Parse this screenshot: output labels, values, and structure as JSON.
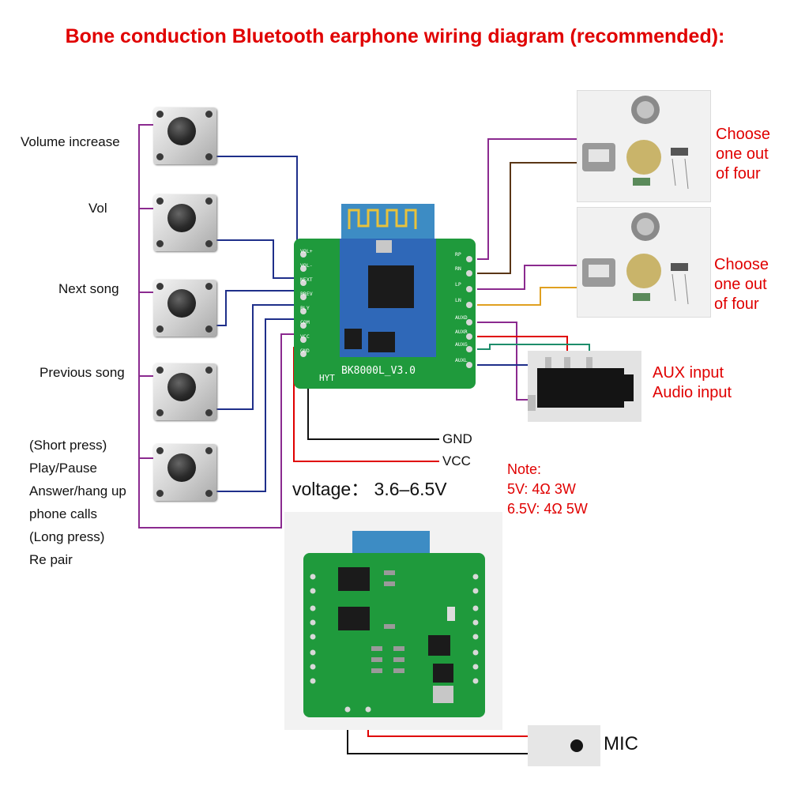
{
  "title": "Bone conduction Bluetooth earphone wiring diagram (recommended):",
  "buttons": {
    "volume_increase": "Volume increase",
    "vol": "Vol",
    "next_song": "Next song",
    "previous_song": "Previous song",
    "play_lines": [
      "(Short press)",
      "Play/Pause",
      "Answer/hang up",
      "phone calls",
      "(Long press)",
      "Re pair"
    ]
  },
  "module": {
    "name": "BK8000L_V3.0",
    "brand": "HYT",
    "left_pins": [
      "VOL+",
      "VOL-",
      "NEXT",
      "PREV",
      "PLY",
      "COM",
      "VCC",
      "GND"
    ],
    "right_pins": [
      "RP",
      "RN",
      "LP",
      "LN",
      "AUXD",
      "AUXR",
      "AUXG",
      "AUXL"
    ]
  },
  "power": {
    "gnd": "GND",
    "vcc": "VCC",
    "voltage": "voltage： 3.6–6.5V"
  },
  "speakers": {
    "choose_a": [
      "Choose",
      "one out",
      "of four"
    ],
    "choose_b": [
      "Choose",
      "one out",
      "of four"
    ]
  },
  "aux": {
    "line1": "AUX input",
    "line2": "Audio input"
  },
  "note": {
    "heading": "Note:",
    "line1": "5V: 4Ω 3W",
    "line2": "6.5V: 4Ω 5W"
  },
  "mic": "MIC",
  "colors": {
    "title": "#e00000",
    "pcb": "#1f9a3c",
    "wire_purple": "#8b2a8f",
    "wire_navy": "#1f2f8a",
    "wire_brown": "#5a3616",
    "wire_orange": "#e0a020",
    "wire_teal": "#1d8d6b",
    "wire_red": "#e00000",
    "wire_black": "#111111"
  }
}
